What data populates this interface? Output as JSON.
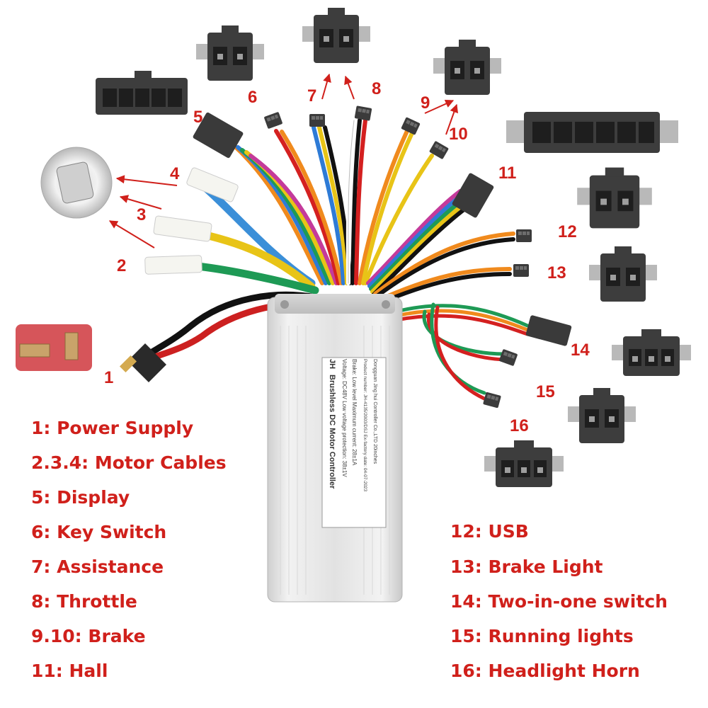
{
  "callouts": {
    "n1": "1",
    "n2": "2",
    "n3": "3",
    "n4": "4",
    "n5": "5",
    "n6": "6",
    "n7": "7",
    "n8": "8",
    "n9": "9",
    "n10": "10",
    "n11": "11",
    "n12": "12",
    "n13": "13",
    "n14": "14",
    "n15": "15",
    "n16": "16"
  },
  "legend_left": [
    "1: Power Supply",
    "2.3.4: Motor Cables",
    "5: Display",
    "6: Key Switch",
    "7: Assistance",
    "8: Throttle",
    "9.10: Brake",
    "11: Hall"
  ],
  "legend_right": [
    "12: USB",
    "13: Brake Light",
    "14: Two-in-one switch",
    "15: Running lights",
    "16: Headlight Horn"
  ],
  "controller_label": {
    "brand": "JH",
    "title": "Brushless DC Motor Controller",
    "row1": "Voltage: DC48V   Low voltage protection: 38±1V",
    "row2": "Brake: Low level   Maximum current: 28±1A",
    "row3": "Product number: JH-4135/2003/DSJ  Ex-factory date: 04-07-2023",
    "row4": "Dongguan Jing hui Controller Co.,LTD   20inches"
  },
  "colors": {
    "accent": "#d0201b",
    "housing": "#e6e6e6",
    "connector": "#3a3a3a"
  }
}
